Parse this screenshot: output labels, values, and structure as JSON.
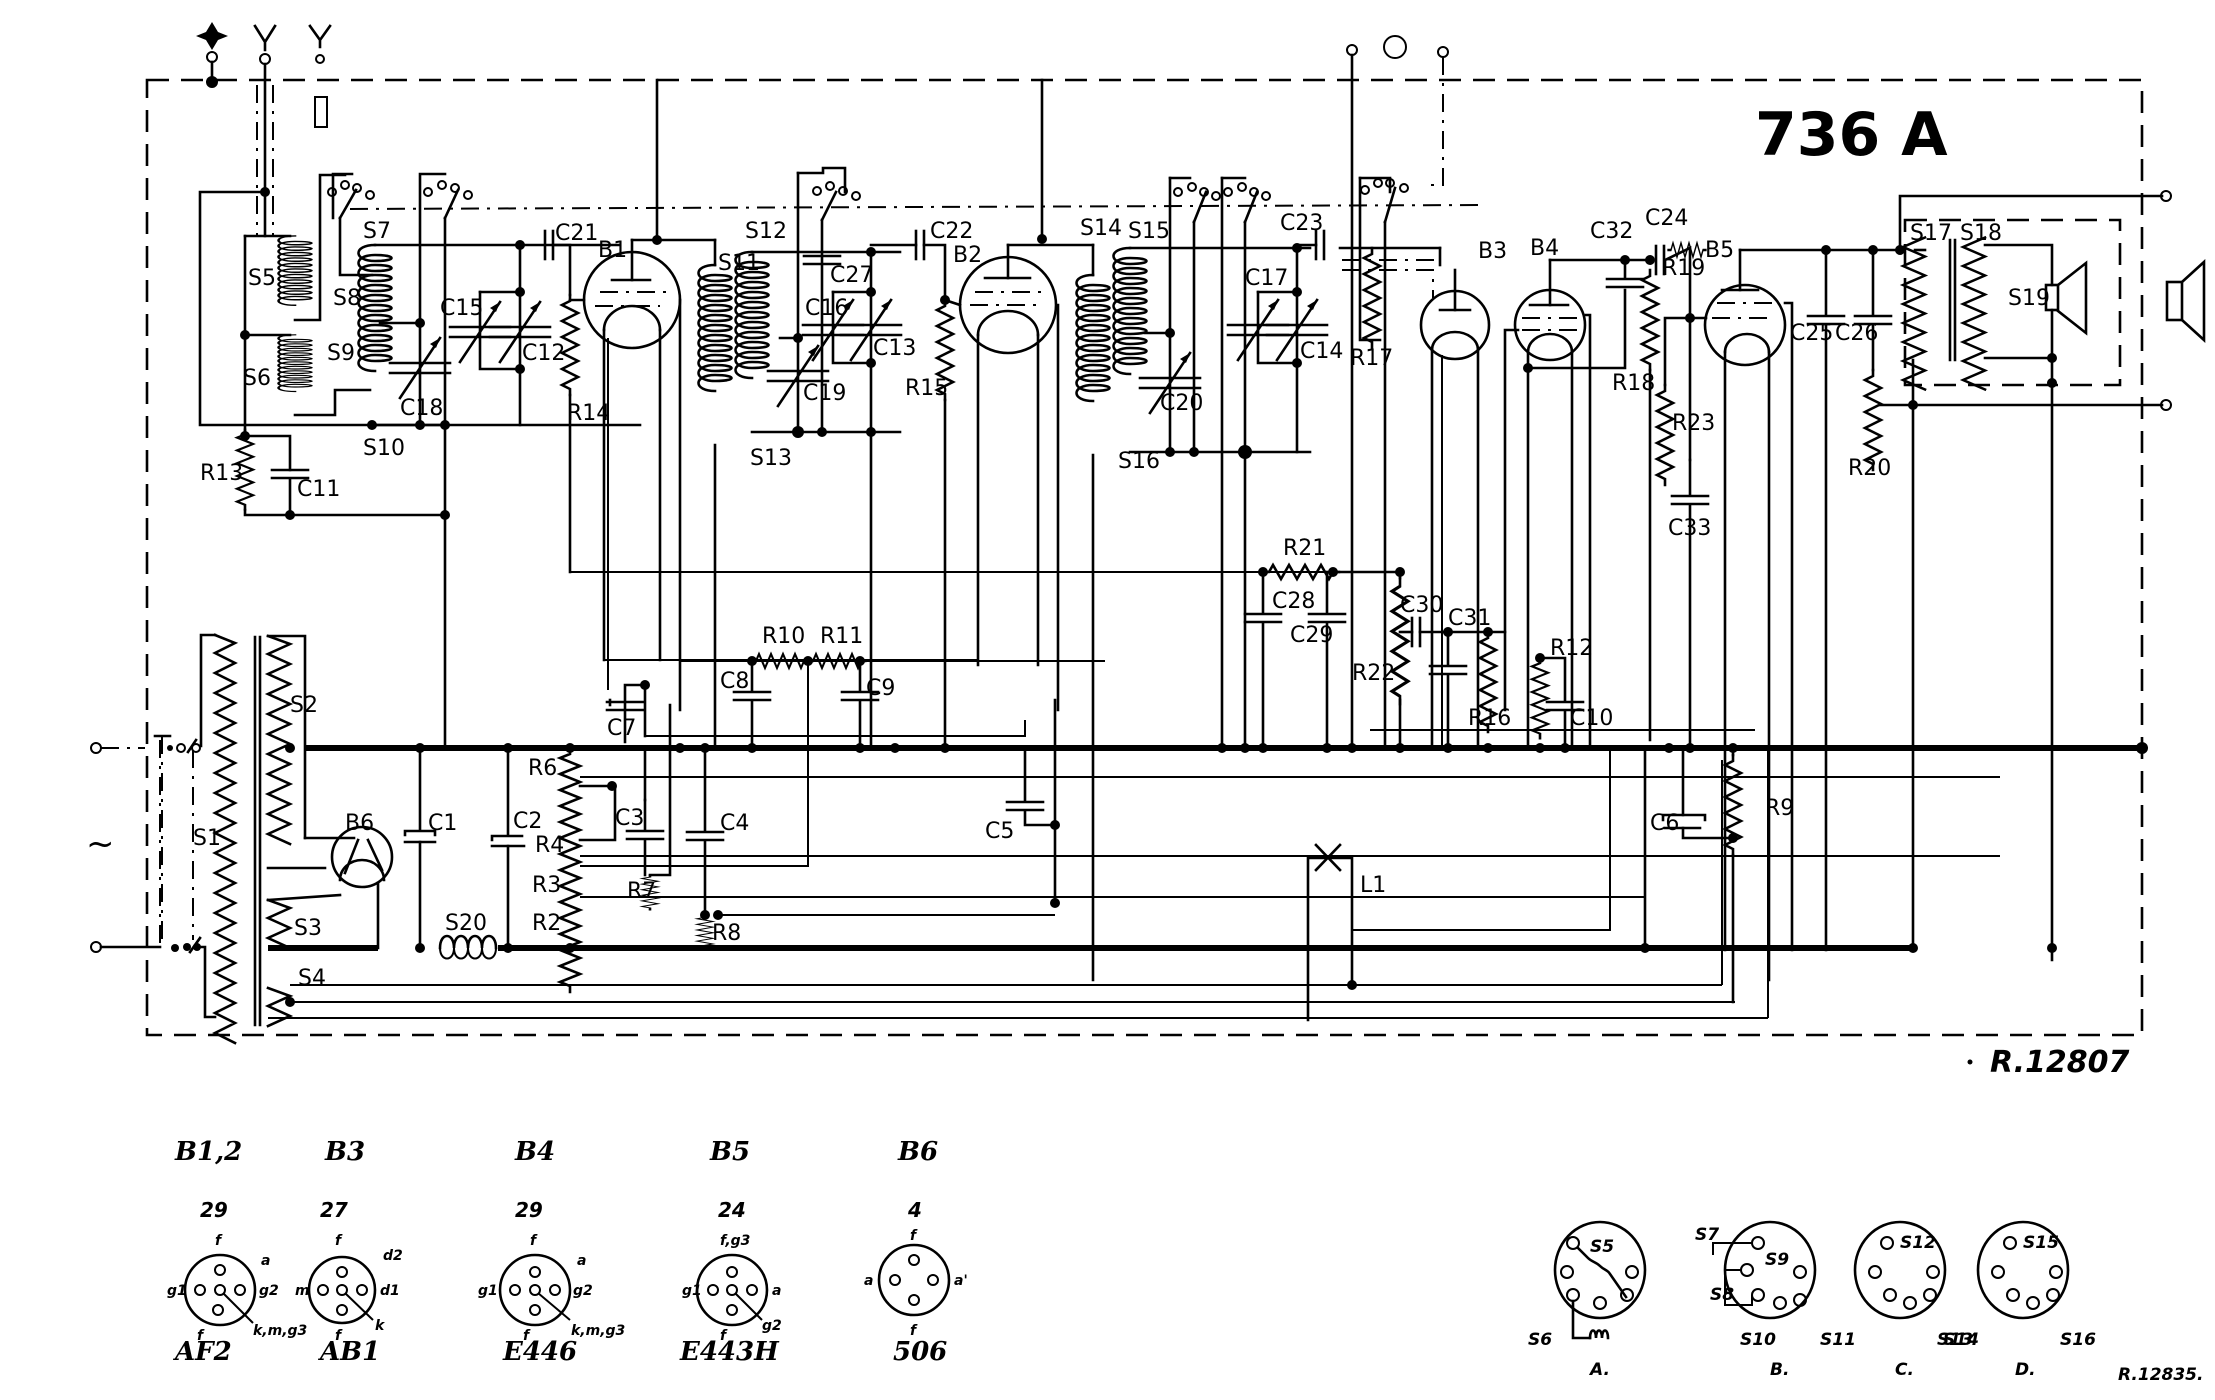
{
  "diagram": {
    "title": "736 A",
    "reference": "R.12807",
    "ac_symbol": "~",
    "tubes": [
      {
        "id": "B1",
        "label": "B1"
      },
      {
        "id": "B2",
        "label": "B2"
      },
      {
        "id": "B3",
        "label": "B3"
      },
      {
        "id": "B4",
        "label": "B4"
      },
      {
        "id": "B5",
        "label": "B5"
      },
      {
        "id": "B6",
        "label": "B6"
      }
    ],
    "coils": [
      "S1",
      "S2",
      "S3",
      "S4",
      "S5",
      "S6",
      "S7",
      "S8",
      "S9",
      "S10",
      "S11",
      "S12",
      "S13",
      "S14",
      "S15",
      "S16",
      "S17",
      "S18",
      "S19",
      "S20"
    ],
    "capacitors": [
      "C1",
      "C2",
      "C3",
      "C4",
      "C5",
      "C6",
      "C7",
      "C8",
      "C9",
      "C10",
      "C11",
      "C12",
      "C13",
      "C14",
      "C15",
      "C16",
      "C17",
      "C18",
      "C19",
      "C20",
      "C21",
      "C22",
      "C23",
      "C24",
      "C25",
      "C26",
      "C27",
      "C28",
      "C29",
      "C30",
      "C31",
      "C32",
      "C33"
    ],
    "resistors": [
      "R2",
      "R3",
      "R4",
      "R6",
      "R7",
      "R8",
      "R9",
      "R10",
      "R11",
      "R12",
      "R13",
      "R14",
      "R15",
      "R16",
      "R17",
      "R18",
      "R19",
      "R20",
      "R21",
      "R22",
      "R23"
    ],
    "lamp": "L1",
    "labels": {
      "S1": "S1",
      "S2": "S2",
      "S3": "S3",
      "S4": "S4",
      "S5": "S5",
      "S6": "S6",
      "S7": "S7",
      "S8": "S8",
      "S9": "S9",
      "S10": "S10",
      "S11": "S11",
      "S12": "S12",
      "S13": "S13",
      "S14": "S14",
      "S15": "S15",
      "S16": "S16",
      "S17": "S17",
      "S18": "S18",
      "S19": "S19",
      "S20": "S20",
      "C1": "C1",
      "C2": "C2",
      "C3": "C3",
      "C4": "C4",
      "C5": "C5",
      "C6": "C6",
      "C7": "C7",
      "C8": "C8",
      "C9": "C9",
      "C10": "C10",
      "C11": "C11",
      "C12": "C12",
      "C13": "C13",
      "C14": "C14",
      "C15": "C15",
      "C16": "C16",
      "C17": "C17",
      "C18": "C18",
      "C19": "C19",
      "C20": "C20",
      "C21": "C21",
      "C22": "C22",
      "C23": "C23",
      "C24": "C24",
      "C25": "C25",
      "C26": "C26",
      "C27": "C27",
      "C28": "C28",
      "C29": "C29",
      "C30": "C30",
      "C31": "C31",
      "C32": "C32",
      "C33": "C33",
      "R2": "R2",
      "R3": "R3",
      "R4": "R4",
      "R6": "R6",
      "R7": "R7",
      "R8": "R8",
      "R9": "R9",
      "R10": "R10",
      "R11": "R11",
      "R12": "R12",
      "R13": "R13",
      "R14": "R14",
      "R15": "R15",
      "R16": "R16",
      "R17": "R17",
      "R18": "R18",
      "R19": "R19",
      "R20": "R20",
      "R21": "R21",
      "R22": "R22",
      "R23": "R23",
      "L1": "L1",
      "B1": "B1",
      "B2": "B2",
      "B3": "B3",
      "B4": "B4",
      "B5": "B5",
      "B6": "B6"
    }
  },
  "tube_bases": [
    {
      "position": "B1,2",
      "base_number": "29",
      "type": "AF2",
      "pins": {
        "top": "f",
        "top_right": "a",
        "left": "g1",
        "right": "g2",
        "bottom": "f",
        "bottom_right": "k,m,g3"
      }
    },
    {
      "position": "B3",
      "base_number": "27",
      "type": "AB1",
      "pins": {
        "top": "f",
        "top_right": "d2",
        "left": "m",
        "right": "d1",
        "bottom": "f",
        "bottom_right": "k"
      }
    },
    {
      "position": "B4",
      "base_number": "29",
      "type": "E446",
      "pins": {
        "top": "f",
        "top_right": "a",
        "left": "g1",
        "right": "g2",
        "bottom": "f",
        "bottom_right": "k,m,g3"
      }
    },
    {
      "position": "B5",
      "base_number": "24",
      "type": "E443H",
      "pins": {
        "top": "f,g3",
        "left": "g1",
        "right": "a",
        "bottom": "f",
        "bottom_right": "g2"
      }
    },
    {
      "position": "B6",
      "base_number": "4",
      "type": "506",
      "pins": {
        "top": "f",
        "left": "a",
        "right": "a'",
        "bottom": "f"
      }
    }
  ],
  "coil_bases": {
    "reference": "R.12835.",
    "items": [
      {
        "id": "A",
        "label": "A.",
        "coils": [
          "S5",
          "S6"
        ]
      },
      {
        "id": "B",
        "label": "B.",
        "coils": [
          "S7",
          "S8",
          "S9",
          "S10"
        ]
      },
      {
        "id": "C",
        "label": "C.",
        "coils": [
          "S11",
          "S12",
          "S13"
        ]
      },
      {
        "id": "D",
        "label": "D.",
        "coils": [
          "S14",
          "S15",
          "S16"
        ]
      }
    ]
  }
}
